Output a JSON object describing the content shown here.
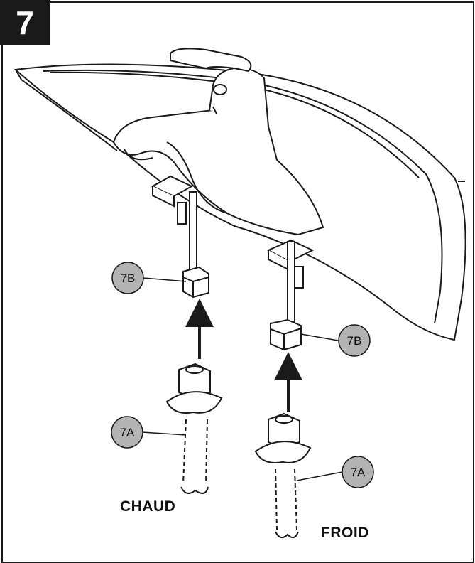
{
  "step": {
    "number": "7"
  },
  "callouts": {
    "nut_left": "7B",
    "nut_right": "7B",
    "hose_left": "7A",
    "hose_right": "7A"
  },
  "labels": {
    "hot": "CHAUD",
    "cold": "FROID"
  },
  "colors": {
    "callout_fill": "#b3b3b3",
    "line": "#1a1a1a",
    "badge": "#1a1a1a"
  }
}
